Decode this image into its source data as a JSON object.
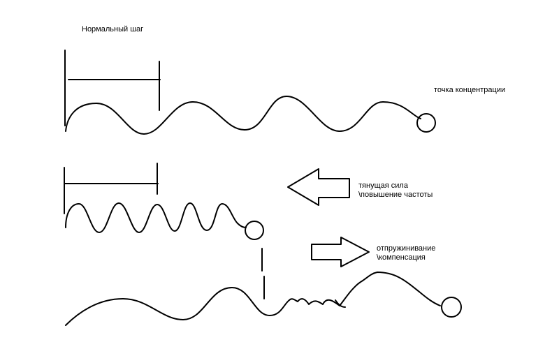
{
  "labels": {
    "normal_step": "Нормальный шаг",
    "concentration_point": "точка концентрации",
    "pulling_force_line1": "тянущая сила",
    "pulling_force_line2": "\\повышение частоты",
    "springback_line1": "отпружинивание",
    "springback_line2": "\\компенсация"
  },
  "colors": {
    "stroke": "#000000",
    "background": "#ffffff"
  },
  "icons": {
    "left_arrow": "left-arrow-icon",
    "right_arrow": "right-arrow-icon"
  }
}
